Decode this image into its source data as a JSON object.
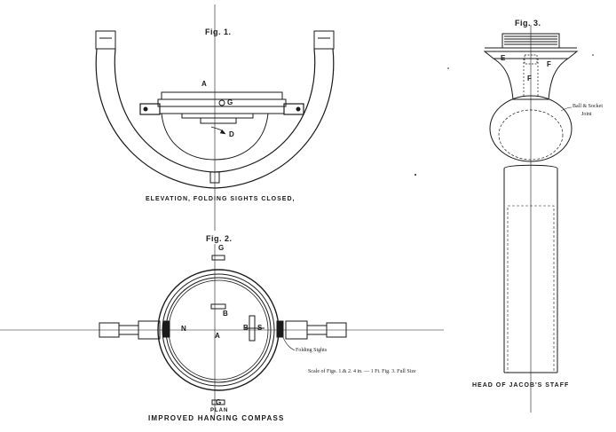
{
  "figures": {
    "fig1": {
      "title": "Fig. 1.",
      "caption": "ELEVATION, FOLDING SIGHTS CLOSED,",
      "labels": {
        "a": "A",
        "g": "G",
        "d": "D"
      }
    },
    "fig2": {
      "title": "Fig. 2.",
      "labels": {
        "g_top": "G",
        "g_bottom": "G",
        "n": "N",
        "s": "S",
        "a": "A",
        "b_top": "B",
        "b_right": "B"
      },
      "folding_sights": "Folding Sights",
      "plan": "PLAN",
      "caption": "IMPROVED HANGING COMPASS"
    },
    "fig3": {
      "title": "Fig. 3.",
      "labels": {
        "e": "E",
        "f_right": "F",
        "f_center": "F"
      },
      "joint_line1": "Ball & Socket",
      "joint_line2": "Joint",
      "caption": "HEAD OF JACOB'S STAFF"
    }
  },
  "scale_note": "Scale of Figs. 1.& 2. 4 in. — 1 Ft. Fig. 3. Full Size",
  "colors": {
    "ink": "#1a1a1a",
    "paper": "#ffffff"
  }
}
